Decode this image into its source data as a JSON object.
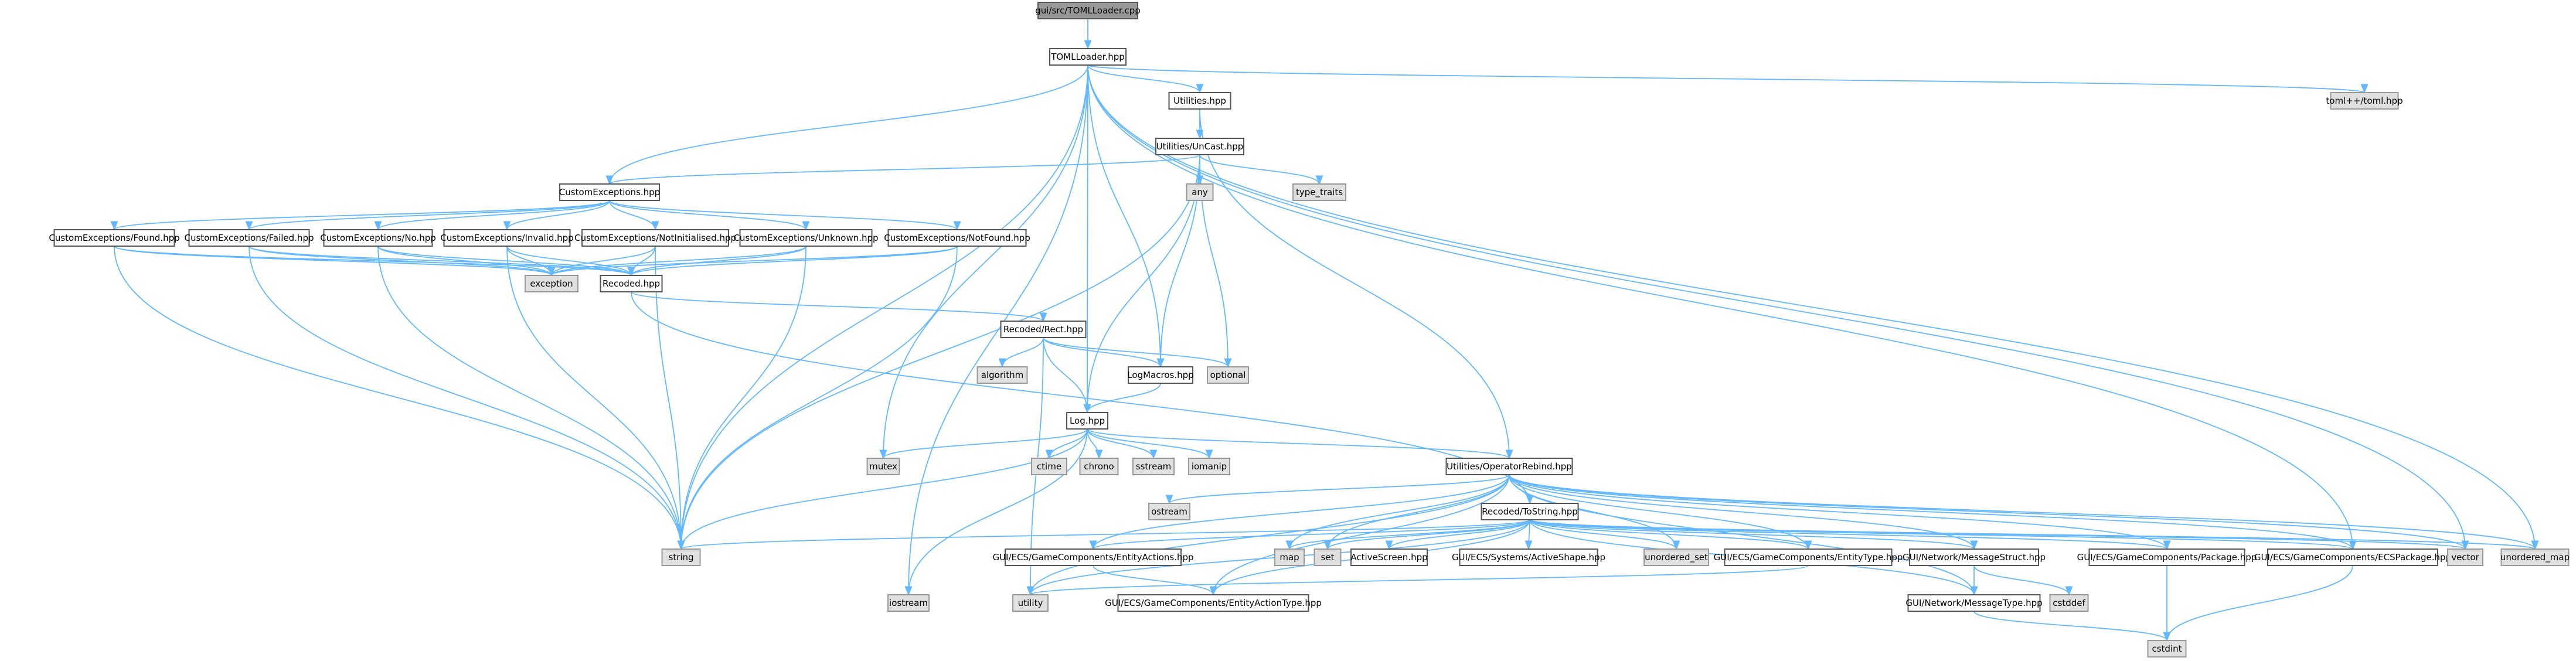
{
  "colors": {
    "edge": "#63b8ff",
    "root_fill": "#999999",
    "project_fill": "#ffffff",
    "project_stroke": "#555555",
    "system_fill": "#e0e0e0",
    "system_stroke": "#999999"
  },
  "graph": {
    "nodes": [
      {
        "id": "root",
        "label": "gui/src/TOMLLoader.cpp",
        "kind": "root"
      },
      {
        "id": "tomlloader",
        "label": "TOMLLoader.hpp",
        "kind": "project"
      },
      {
        "id": "utilities",
        "label": "Utilities.hpp",
        "kind": "project"
      },
      {
        "id": "toml",
        "label": "toml++/toml.hpp",
        "kind": "system"
      },
      {
        "id": "uncast",
        "label": "Utilities/UnCast.hpp",
        "kind": "project"
      },
      {
        "id": "customexceptions",
        "label": "CustomExceptions.hpp",
        "kind": "project"
      },
      {
        "id": "any",
        "label": "any",
        "kind": "system"
      },
      {
        "id": "type_traits",
        "label": "type_traits",
        "kind": "system"
      },
      {
        "id": "ce_found",
        "label": "CustomExceptions/Found.hpp",
        "kind": "project"
      },
      {
        "id": "ce_failed",
        "label": "CustomExceptions/Failed.hpp",
        "kind": "project"
      },
      {
        "id": "ce_no",
        "label": "CustomExceptions/No.hpp",
        "kind": "project"
      },
      {
        "id": "ce_invalid",
        "label": "CustomExceptions/Invalid.hpp",
        "kind": "project"
      },
      {
        "id": "ce_notinit",
        "label": "CustomExceptions/NotInitialised.hpp",
        "kind": "project"
      },
      {
        "id": "ce_unknown",
        "label": "CustomExceptions/Unknown.hpp",
        "kind": "project"
      },
      {
        "id": "ce_notfound",
        "label": "CustomExceptions/NotFound.hpp",
        "kind": "project"
      },
      {
        "id": "exception",
        "label": "exception",
        "kind": "system"
      },
      {
        "id": "recoded",
        "label": "Recoded.hpp",
        "kind": "project"
      },
      {
        "id": "rect",
        "label": "Recoded/Rect.hpp",
        "kind": "project"
      },
      {
        "id": "algorithm",
        "label": "algorithm",
        "kind": "system"
      },
      {
        "id": "logmacros",
        "label": "LogMacros.hpp",
        "kind": "project"
      },
      {
        "id": "optional",
        "label": "optional",
        "kind": "system"
      },
      {
        "id": "log",
        "label": "Log.hpp",
        "kind": "project"
      },
      {
        "id": "mutex",
        "label": "mutex",
        "kind": "system"
      },
      {
        "id": "ctime",
        "label": "ctime",
        "kind": "system"
      },
      {
        "id": "chrono",
        "label": "chrono",
        "kind": "system"
      },
      {
        "id": "sstream",
        "label": "sstream",
        "kind": "system"
      },
      {
        "id": "iomanip",
        "label": "iomanip",
        "kind": "system"
      },
      {
        "id": "oprebind",
        "label": "Utilities/OperatorRebind.hpp",
        "kind": "project"
      },
      {
        "id": "ostream",
        "label": "ostream",
        "kind": "system"
      },
      {
        "id": "tostring",
        "label": "Recoded/ToString.hpp",
        "kind": "project"
      },
      {
        "id": "string",
        "label": "string",
        "kind": "system"
      },
      {
        "id": "entityactions",
        "label": "GUI/ECS/GameComponents/EntityActions.hpp",
        "kind": "project"
      },
      {
        "id": "map",
        "label": "map",
        "kind": "system"
      },
      {
        "id": "set",
        "label": "set",
        "kind": "system"
      },
      {
        "id": "activescreen",
        "label": "ActiveScreen.hpp",
        "kind": "project"
      },
      {
        "id": "activeshape",
        "label": "GUI/ECS/Systems/ActiveShape.hpp",
        "kind": "project"
      },
      {
        "id": "unordered_set",
        "label": "unordered_set",
        "kind": "system"
      },
      {
        "id": "entitytype",
        "label": "GUI/ECS/GameComponents/EntityType.hpp",
        "kind": "project"
      },
      {
        "id": "messagestruct",
        "label": "GUI/Network/MessageStruct.hpp",
        "kind": "project"
      },
      {
        "id": "package",
        "label": "GUI/ECS/GameComponents/Package.hpp",
        "kind": "project"
      },
      {
        "id": "ecspackage",
        "label": "GUI/ECS/GameComponents/ECSPackage.hpp",
        "kind": "project"
      },
      {
        "id": "vector",
        "label": "vector",
        "kind": "system"
      },
      {
        "id": "unordered_map",
        "label": "unordered_map",
        "kind": "system"
      },
      {
        "id": "iostream",
        "label": "iostream",
        "kind": "system"
      },
      {
        "id": "utility",
        "label": "utility",
        "kind": "system"
      },
      {
        "id": "entityactiontype",
        "label": "GUI/ECS/GameComponents/EntityActionType.hpp",
        "kind": "project"
      },
      {
        "id": "cstddef",
        "label": "cstddef",
        "kind": "system"
      },
      {
        "id": "messagetype",
        "label": "GUI/Network/MessageType.hpp",
        "kind": "project"
      },
      {
        "id": "cstdint",
        "label": "cstdint",
        "kind": "system"
      }
    ],
    "edges": [
      [
        "root",
        "tomlloader"
      ],
      [
        "tomlloader",
        "utilities"
      ],
      [
        "tomlloader",
        "toml"
      ],
      [
        "tomlloader",
        "customexceptions"
      ],
      [
        "tomlloader",
        "logmacros"
      ],
      [
        "tomlloader",
        "log"
      ],
      [
        "tomlloader",
        "mutex"
      ],
      [
        "tomlloader",
        "string"
      ],
      [
        "tomlloader",
        "iostream"
      ],
      [
        "tomlloader",
        "ecspackage"
      ],
      [
        "tomlloader",
        "unordered_map"
      ],
      [
        "tomlloader",
        "vector"
      ],
      [
        "utilities",
        "uncast"
      ],
      [
        "utilities",
        "oprebind"
      ],
      [
        "uncast",
        "customexceptions"
      ],
      [
        "uncast",
        "any"
      ],
      [
        "uncast",
        "type_traits"
      ],
      [
        "uncast",
        "logmacros"
      ],
      [
        "uncast",
        "log"
      ],
      [
        "uncast",
        "optional"
      ],
      [
        "uncast",
        "string"
      ],
      [
        "customexceptions",
        "ce_found"
      ],
      [
        "customexceptions",
        "ce_failed"
      ],
      [
        "customexceptions",
        "ce_no"
      ],
      [
        "customexceptions",
        "ce_invalid"
      ],
      [
        "customexceptions",
        "ce_notinit"
      ],
      [
        "customexceptions",
        "ce_unknown"
      ],
      [
        "customexceptions",
        "ce_notfound"
      ],
      [
        "ce_found",
        "exception"
      ],
      [
        "ce_found",
        "recoded"
      ],
      [
        "ce_found",
        "string"
      ],
      [
        "ce_failed",
        "exception"
      ],
      [
        "ce_failed",
        "recoded"
      ],
      [
        "ce_failed",
        "string"
      ],
      [
        "ce_no",
        "exception"
      ],
      [
        "ce_no",
        "recoded"
      ],
      [
        "ce_no",
        "string"
      ],
      [
        "ce_invalid",
        "exception"
      ],
      [
        "ce_invalid",
        "recoded"
      ],
      [
        "ce_invalid",
        "string"
      ],
      [
        "ce_notinit",
        "exception"
      ],
      [
        "ce_notinit",
        "recoded"
      ],
      [
        "ce_notinit",
        "string"
      ],
      [
        "ce_unknown",
        "exception"
      ],
      [
        "ce_unknown",
        "recoded"
      ],
      [
        "ce_unknown",
        "string"
      ],
      [
        "ce_notfound",
        "exception"
      ],
      [
        "ce_notfound",
        "recoded"
      ],
      [
        "ce_notfound",
        "string"
      ],
      [
        "recoded",
        "rect"
      ],
      [
        "recoded",
        "tostring"
      ],
      [
        "rect",
        "algorithm"
      ],
      [
        "rect",
        "logmacros"
      ],
      [
        "rect",
        "optional"
      ],
      [
        "rect",
        "log"
      ],
      [
        "rect",
        "utility"
      ],
      [
        "logmacros",
        "log"
      ],
      [
        "log",
        "mutex"
      ],
      [
        "log",
        "ctime"
      ],
      [
        "log",
        "chrono"
      ],
      [
        "log",
        "sstream"
      ],
      [
        "log",
        "iomanip"
      ],
      [
        "log",
        "string"
      ],
      [
        "log",
        "iostream"
      ],
      [
        "log",
        "oprebind"
      ],
      [
        "oprebind",
        "ostream"
      ],
      [
        "oprebind",
        "tostring"
      ],
      [
        "oprebind",
        "map"
      ],
      [
        "oprebind",
        "set"
      ],
      [
        "oprebind",
        "unordered_set"
      ],
      [
        "oprebind",
        "vector"
      ],
      [
        "oprebind",
        "unordered_map"
      ],
      [
        "oprebind",
        "utility"
      ],
      [
        "oprebind",
        "entityactions"
      ],
      [
        "oprebind",
        "entityactiontype"
      ],
      [
        "oprebind",
        "entitytype"
      ],
      [
        "oprebind",
        "messagestruct"
      ],
      [
        "oprebind",
        "messagetype"
      ],
      [
        "oprebind",
        "package"
      ],
      [
        "oprebind",
        "ecspackage"
      ],
      [
        "tostring",
        "string"
      ],
      [
        "tostring",
        "map"
      ],
      [
        "tostring",
        "set"
      ],
      [
        "tostring",
        "activescreen"
      ],
      [
        "tostring",
        "activeshape"
      ],
      [
        "tostring",
        "unordered_set"
      ],
      [
        "tostring",
        "entitytype"
      ],
      [
        "tostring",
        "messagestruct"
      ],
      [
        "tostring",
        "package"
      ],
      [
        "tostring",
        "ecspackage"
      ],
      [
        "tostring",
        "vector"
      ],
      [
        "tostring",
        "unordered_map"
      ],
      [
        "tostring",
        "utility"
      ],
      [
        "tostring",
        "entityactions"
      ],
      [
        "tostring",
        "entityactiontype"
      ],
      [
        "tostring",
        "messagetype"
      ],
      [
        "entityactions",
        "entityactiontype"
      ],
      [
        "entitytype",
        "utility"
      ],
      [
        "messagestruct",
        "messagetype"
      ],
      [
        "messagestruct",
        "cstddef"
      ],
      [
        "package",
        "cstdint"
      ],
      [
        "ecspackage",
        "cstdint"
      ],
      [
        "messagetype",
        "cstdint"
      ]
    ]
  }
}
